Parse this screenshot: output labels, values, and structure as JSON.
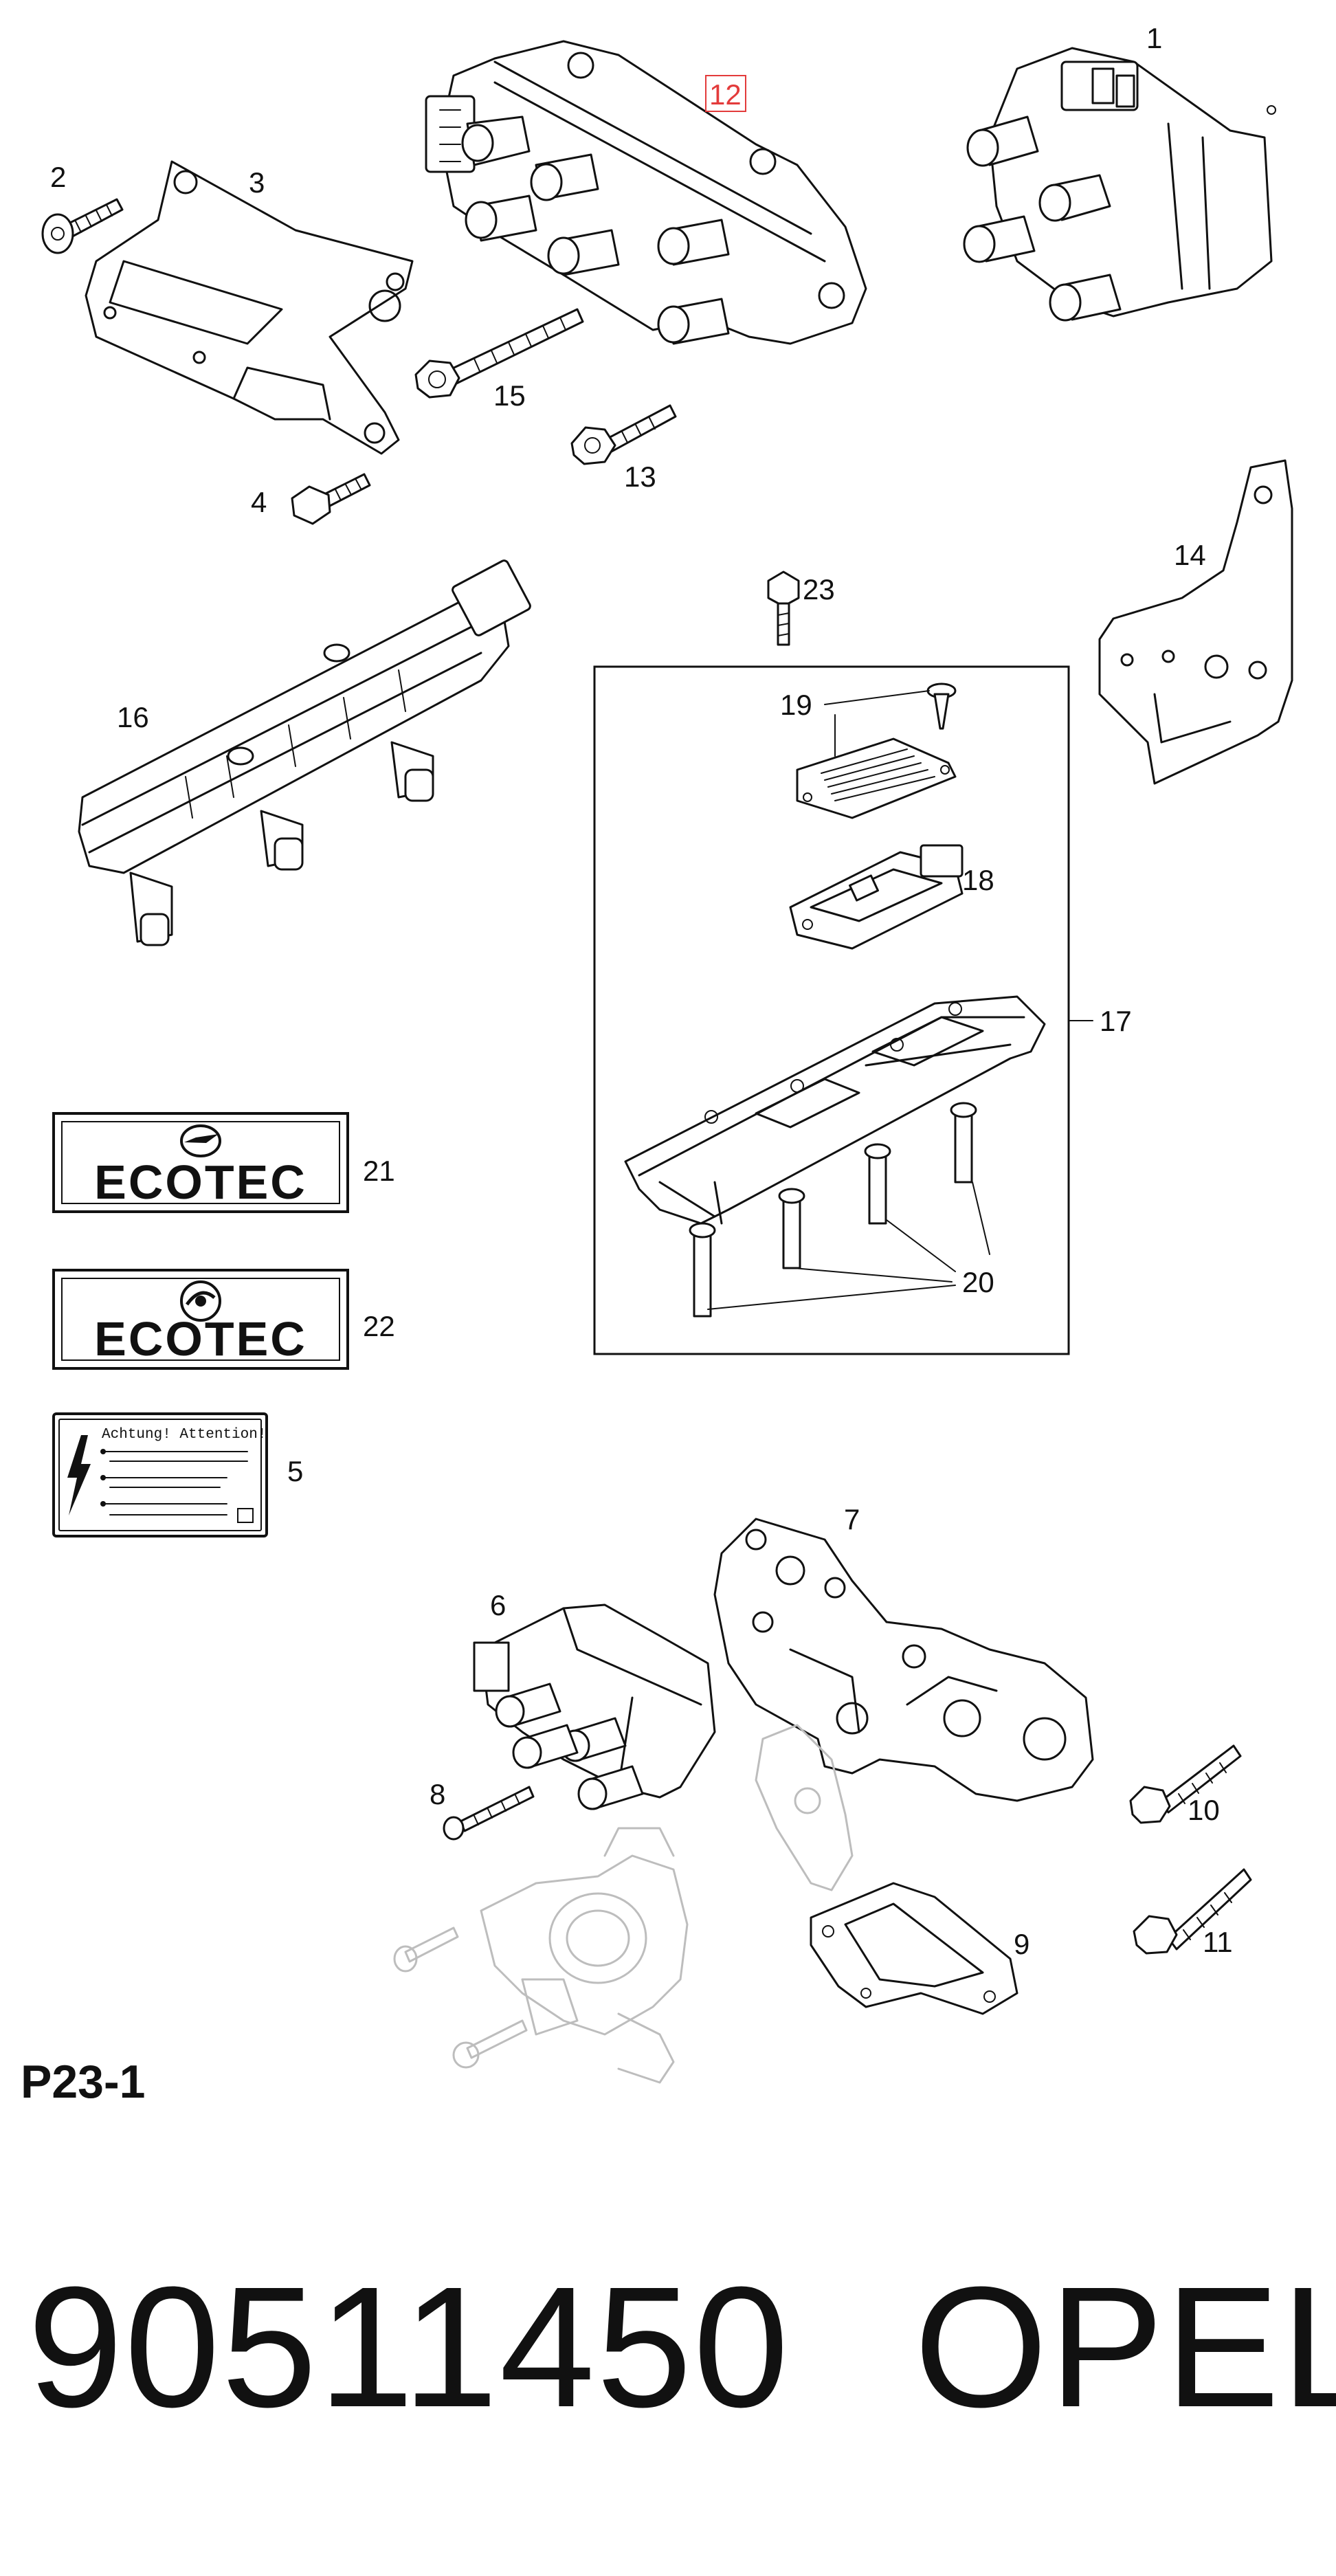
{
  "callouts": {
    "c1": "1",
    "c2": "2",
    "c3": "3",
    "c4": "4",
    "c5": "5",
    "c6": "6",
    "c7": "7",
    "c8": "8",
    "c9": "9",
    "c10": "10",
    "c11": "11",
    "c12": "12",
    "c13": "13",
    "c14": "14",
    "c15": "15",
    "c16": "16",
    "c17": "17",
    "c18": "18",
    "c19": "19",
    "c20": "20",
    "c21": "21",
    "c22": "22",
    "c23": "23"
  },
  "badges": {
    "ecotec_21": "ECOTEC",
    "ecotec_22": "ECOTEC"
  },
  "warning_label": {
    "heading": "Achtung! Attention!"
  },
  "page_code": "P23-1",
  "part_number": "90511450",
  "brand": "OPEL",
  "highlight_color": "#e33b3b"
}
